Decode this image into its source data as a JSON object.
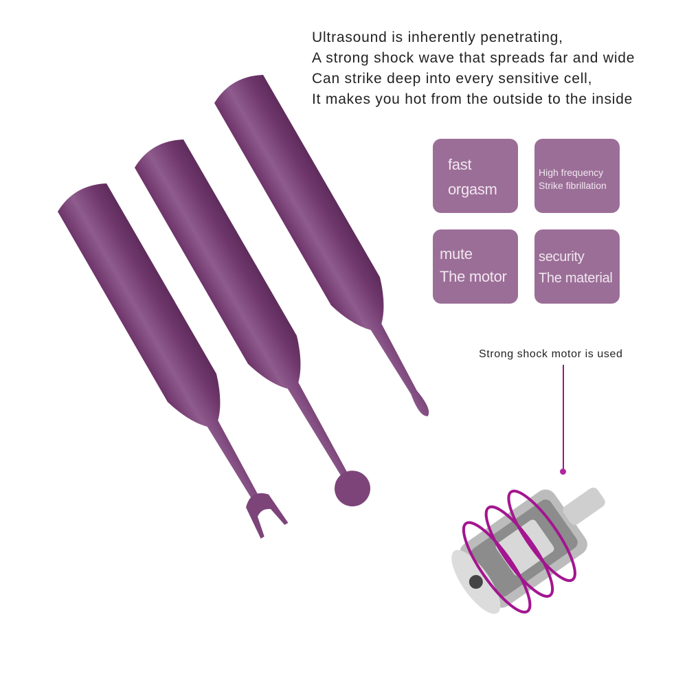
{
  "headline": {
    "lines": [
      "Ultrasound is inherently penetrating,",
      "A strong shock wave that spreads far and wide",
      "Can strike deep into every sensitive cell,",
      "It makes you hot from the outside to the inside"
    ]
  },
  "features": [
    {
      "line1": "fast",
      "line2": "orgasm"
    },
    {
      "line1": "High frequency",
      "line2": "Strike fibrillation"
    },
    {
      "line1": "mute",
      "line2": "The motor"
    },
    {
      "line1": "security",
      "line2": "The material"
    }
  ],
  "motor": {
    "callout": "Strong shock motor is used",
    "icon": "motor-cutaway-illustration"
  },
  "product": {
    "variants": [
      "fork-tip",
      "ball-tip",
      "teardrop-tip"
    ],
    "icon": "product-attachments-illustration"
  },
  "colors": {
    "product_purple": "#7a3d78",
    "tile_background": "#9b6e97",
    "tile_text": "#f1e6f0",
    "accent_magenta": "#a3168f",
    "text": "#222222"
  }
}
